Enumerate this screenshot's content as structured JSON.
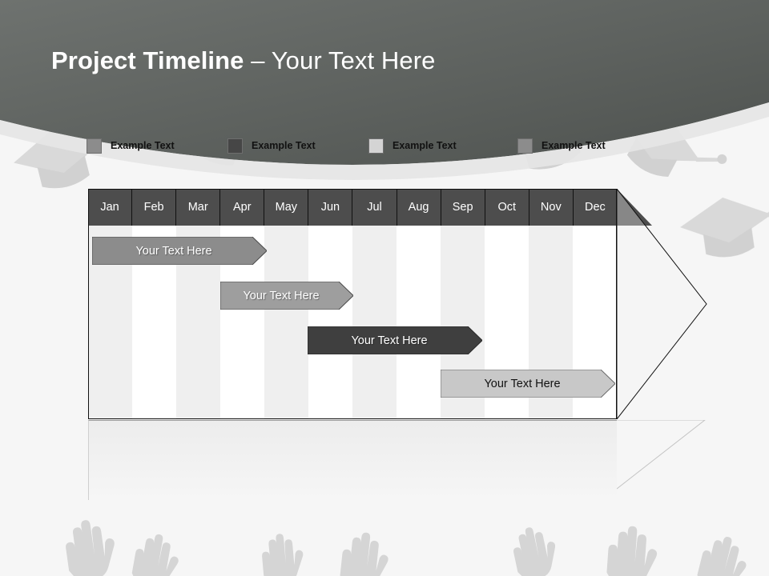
{
  "slide": {
    "title_strong": "Project Timeline",
    "title_separator": " – ",
    "title_light": "Your Text Here",
    "background_color": "#f6f6f6",
    "header_band_color": "#5f6461"
  },
  "legend": {
    "items": [
      {
        "label": "Example Text",
        "color": "#8c8c8c",
        "x": 0
      },
      {
        "label": "Example Text",
        "color": "#464646",
        "x": 176
      },
      {
        "label": "Example Text",
        "color": "#d4d4d4",
        "x": 352
      },
      {
        "label": "Example Text",
        "color": "#8c8c8c",
        "x": 538
      }
    ]
  },
  "chart_data": {
    "type": "bar",
    "title": "Project Timeline",
    "xlabel": "",
    "ylabel": "",
    "grid": true,
    "legend_position": "top",
    "categories": [
      "Jan",
      "Feb",
      "Mar",
      "Apr",
      "May",
      "Jun",
      "Jul",
      "Aug",
      "Sep",
      "Oct",
      "Nov",
      "Dec"
    ],
    "header_bg": "#4d4d4d",
    "header_text_color": "#ffffff",
    "column_shade_color": "#efefef",
    "column_base_color": "#ffffff",
    "series": [
      {
        "name": "Your Text Here",
        "label": "Your  Text Here",
        "start_month": "Jan",
        "end_month": "Apr",
        "start_index": 0,
        "end_index": 4,
        "row": 1,
        "fill": "#8c8c8c",
        "stroke": "#4a4a4a",
        "text_color": "#ffffff"
      },
      {
        "name": "Your Text Here",
        "label": "Your  Text Here",
        "start_month": "Apr",
        "end_month": "Jul",
        "start_index": 3,
        "end_index": 7,
        "row": 2,
        "fill": "#9e9e9e",
        "stroke": "#4a4a4a",
        "text_color": "#ffffff"
      },
      {
        "name": "Your Text Here",
        "label": "Your  Text Here",
        "start_month": "Jun",
        "end_month": "Sep",
        "start_index": 5,
        "end_index": 9,
        "row": 3,
        "fill": "#3f3f3f",
        "stroke": "#2a2a2a",
        "text_color": "#ffffff"
      },
      {
        "name": "Your Text Here",
        "label": "Your  Text Here",
        "start_month": "Sep",
        "end_month": "Dec",
        "start_index": 8,
        "end_index": 12,
        "row": 4,
        "fill": "#c8c8c8",
        "stroke": "#6a6a6a",
        "text_color": "#111111"
      }
    ]
  },
  "icons": {
    "graduation_cap": "graduation-cap-icon",
    "raised_hand": "raised-hand-icon",
    "arrow_head": "arrow-head-icon"
  }
}
